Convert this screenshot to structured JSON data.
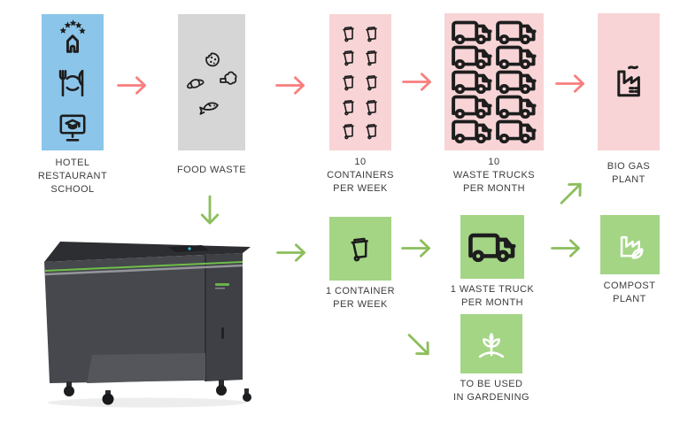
{
  "palette": {
    "box_blue": "#8bc5e9",
    "box_gray": "#d6d6d6",
    "box_pink": "#f8d4d6",
    "box_green": "#a3d585",
    "arrow_red": "#f97e7e",
    "arrow_green": "#8cbe5c",
    "icon_dark": "#1d1d1d",
    "icon_light": "#ffffff",
    "label_text": "#3c3c3c",
    "machine_green": "#6fbe4a"
  },
  "flow": {
    "source": {
      "label": "HOTEL\nRESTAURANT\nSCHOOL",
      "icons": [
        "hotel-icon",
        "restaurant-icon",
        "school-icon"
      ]
    },
    "food_waste": {
      "label": "FOOD WASTE",
      "icons": [
        "cookie-icon",
        "croissant-icon",
        "broccoli-icon",
        "fish-icon"
      ]
    },
    "containers_10": {
      "label": "10\nCONTAINERS\nPER WEEK",
      "count": 10,
      "icons": [
        "waste-bin-icon"
      ]
    },
    "trucks_10": {
      "label": "10\nWASTE TRUCKS\nPER MONTH",
      "count": 10,
      "icons": [
        "waste-truck-icon"
      ]
    },
    "bio_gas": {
      "label": "BIO GAS\nPLANT",
      "icons": [
        "factory-icon"
      ]
    },
    "container_1": {
      "label": "1 CONTAINER\nPER WEEK",
      "count": 1,
      "icons": [
        "waste-bin-icon"
      ]
    },
    "truck_1": {
      "label": "1 WASTE TRUCK\nPER MONTH",
      "count": 1,
      "icons": [
        "waste-truck-icon"
      ]
    },
    "compost": {
      "label": "COMPOST\nPLANT",
      "icons": [
        "factory-leaf-icon"
      ]
    },
    "gardening": {
      "label": "TO BE USED\nIN GARDENING",
      "icons": [
        "sprout-icon"
      ]
    }
  }
}
